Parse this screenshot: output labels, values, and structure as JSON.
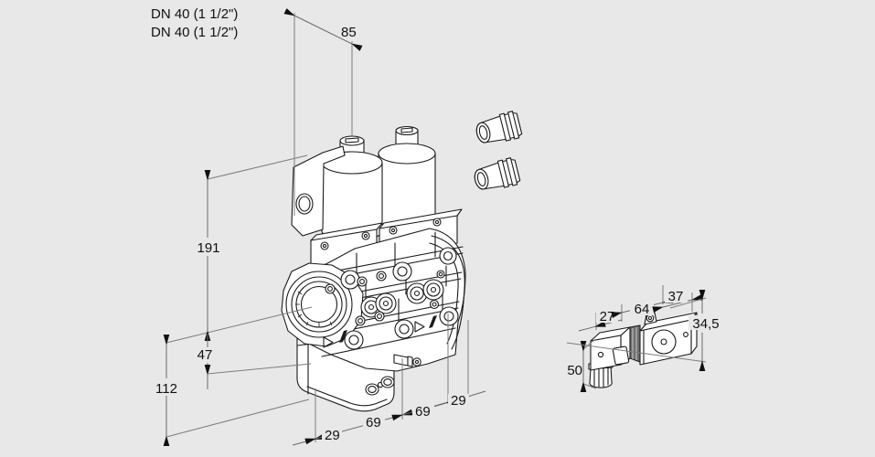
{
  "figure": {
    "type": "technical-dimension-drawing",
    "product_labels": {
      "line1": "DN 40 (1 1/2\")",
      "line2": "DN 40 (1 1/2\")"
    },
    "dimensions_mm": {
      "solenoid_offset": "85",
      "height_above_axis": "191",
      "body_lower_height": "47",
      "height_below_axis": "112",
      "length_chain": [
        "29",
        "69",
        "69",
        "29"
      ],
      "coil": {
        "connector_width": "27",
        "body_length": "64",
        "body_depth": "37",
        "body_height": "34,5",
        "connector_height": "50"
      }
    },
    "colors": {
      "background": "#e8e8e8",
      "object_line": "#1a1a1a",
      "dimension_line": "#7d7d7d",
      "fill": "#ffffff",
      "text": "#111111"
    }
  }
}
